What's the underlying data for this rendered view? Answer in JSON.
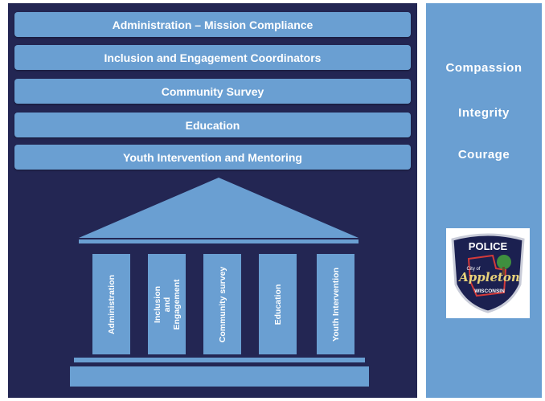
{
  "bars": [
    "Administration  – Mission Compliance",
    "Inclusion and Engagement  Coordinators",
    "Community  Survey",
    "Education",
    "Youth  Intervention  and  Mentoring"
  ],
  "pillars": [
    "Administration",
    "Inclusion and\nEngagement",
    "Community  survey",
    "Education",
    "Youth  Intervention"
  ],
  "values": [
    "Compassion",
    "Integrity",
    "Courage"
  ],
  "badge": {
    "top_text": "POLICE",
    "city_of": "City of",
    "city": "Appleton",
    "state": "WISCONSIN"
  },
  "colors": {
    "dark_panel": "#232653",
    "accent_blue": "#6a9fd2",
    "badge_navy": "#1b2050"
  },
  "icons": {
    "badge": "police-badge-icon"
  }
}
